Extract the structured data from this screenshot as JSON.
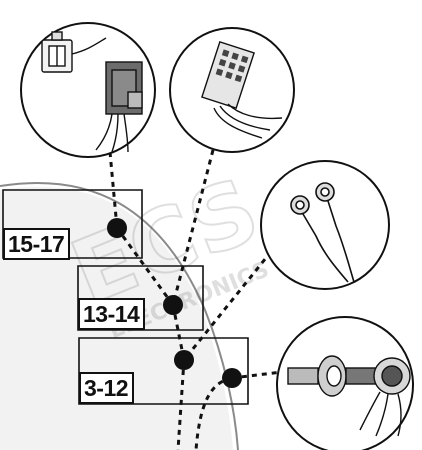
{
  "callouts": {
    "a": "15-17",
    "b": "13-14",
    "c": "3-12"
  },
  "watermark": {
    "big": "ECS",
    "small": "ELECTRONICS"
  },
  "colors": {
    "line": "#111111",
    "outline": "#888888",
    "dot": "#111111"
  }
}
